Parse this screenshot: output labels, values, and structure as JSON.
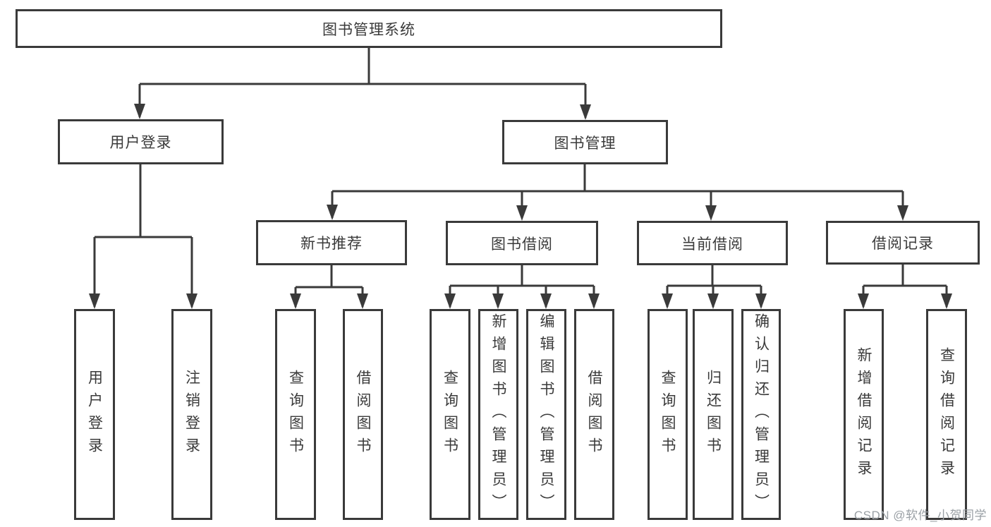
{
  "tree": {
    "root": {
      "label": "图书管理系统"
    },
    "branches": [
      {
        "label": "用户登录",
        "children": [
          {
            "label": "用户登录"
          },
          {
            "label": "注销登录"
          }
        ]
      },
      {
        "label": "图书管理",
        "children": [
          {
            "label": "新书推荐",
            "children": [
              {
                "label": "查询图书"
              },
              {
                "label": "借阅图书"
              }
            ]
          },
          {
            "label": "图书借阅",
            "children": [
              {
                "label": "查询图书"
              },
              {
                "label": "新增图书（管理员）"
              },
              {
                "label": "编辑图书（管理员）"
              },
              {
                "label": "借阅图书"
              }
            ]
          },
          {
            "label": "当前借阅",
            "children": [
              {
                "label": "查询图书"
              },
              {
                "label": "归还图书"
              },
              {
                "label": "确认归还（管理员）"
              }
            ]
          },
          {
            "label": "借阅记录",
            "children": [
              {
                "label": "新增借阅记录"
              },
              {
                "label": "查询借阅记录"
              }
            ]
          }
        ]
      }
    ]
  },
  "watermark": {
    "text": "CSDN @软件_小贺同学"
  },
  "colors": {
    "line": "#3a3a3a",
    "box_border": "#3a3a3a",
    "text": "#3a3a3a",
    "watermark_text": "#9aa0a5",
    "background": "#ffffff"
  }
}
